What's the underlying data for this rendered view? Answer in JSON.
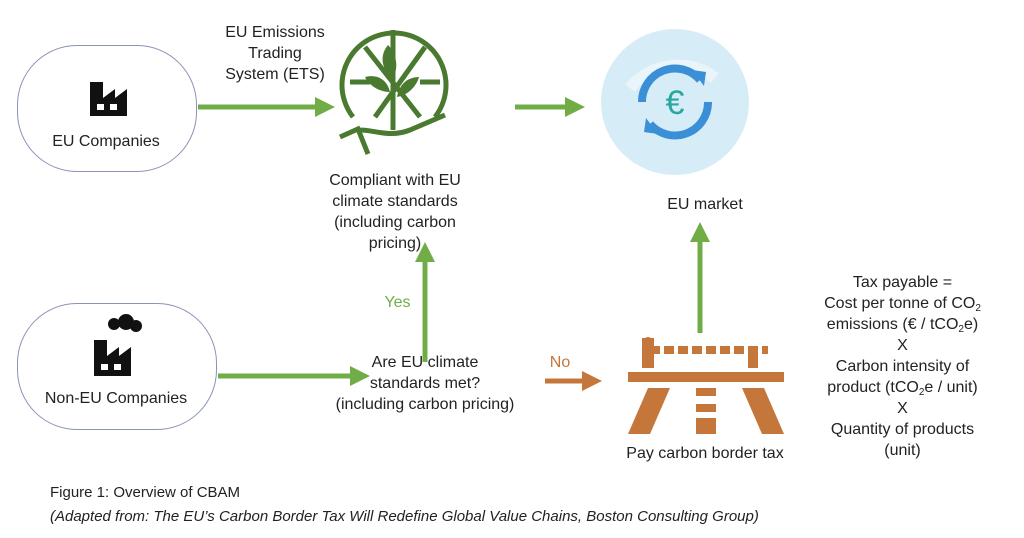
{
  "nodes": {
    "eu_companies": "EU Companies",
    "non_eu_companies": "Non-EU Companies",
    "ets": [
      "EU Emissions",
      "Trading",
      "System (ETS)"
    ],
    "compliant": [
      "Compliant with EU",
      "climate standards",
      "(including carbon pricing)"
    ],
    "eu_market": "EU market",
    "question": [
      "Are EU climate",
      "standards met?",
      "(including carbon pricing)"
    ],
    "pay_tax": "Pay carbon border tax"
  },
  "edges": {
    "yes": "Yes",
    "no": "No"
  },
  "formula": {
    "l1": "Tax payable =",
    "l2a": "Cost per tonne of CO",
    "l2sub": "2",
    "l3a": "emissions (€ / tCO",
    "l3sub": "2",
    "l3b": "e)",
    "x1": "X",
    "l4": "Carbon intensity of",
    "l5a": "product (tCO",
    "l5sub": "2",
    "l5b": "e / unit)",
    "x2": "X",
    "l6": "Quantity of products",
    "l7": "(unit)"
  },
  "caption": {
    "title": "Figure 1: Overview of CBAM",
    "source": "(Adapted from: The EU’s Carbon Border Tax Will Redefine Global Value Chains, Boston Consulting Group)"
  },
  "colors": {
    "green": "#70ad47",
    "icon_green": "#4a7a30",
    "orange": "#c5773b",
    "globe_bg": "#d6ecf7",
    "euro_blue": "#3b8fd6"
  }
}
